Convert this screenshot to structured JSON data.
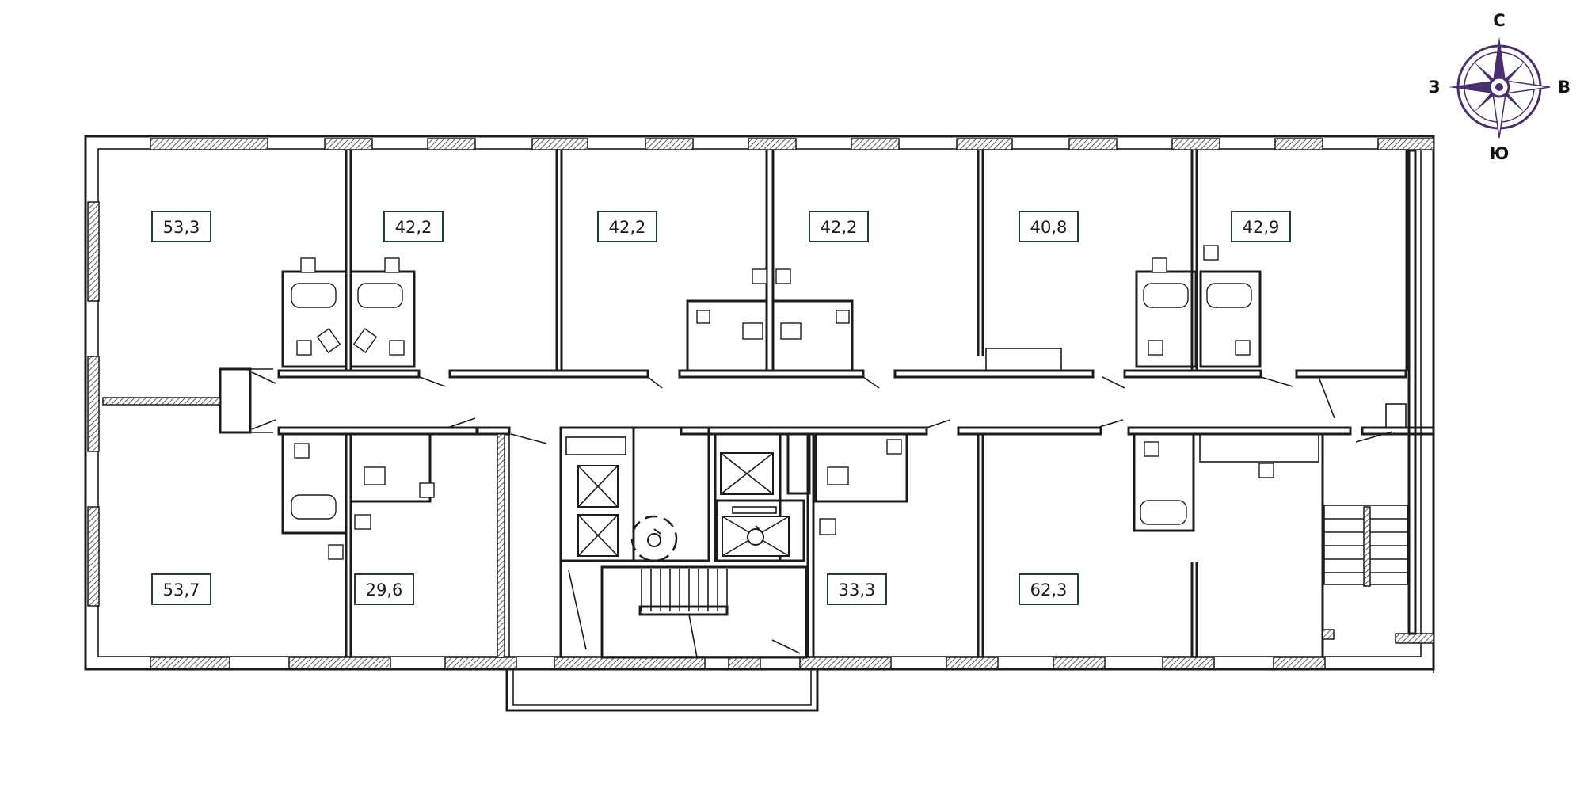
{
  "compass": {
    "north": "С",
    "south": "Ю",
    "east": "В",
    "west": "З",
    "color": "#4a2f6e"
  },
  "apartments": [
    {
      "area": "53,3"
    },
    {
      "area": "42,2"
    },
    {
      "area": "42,2"
    },
    {
      "area": "42,2"
    },
    {
      "area": "40,8"
    },
    {
      "area": "42,9"
    },
    {
      "area": "53,7"
    },
    {
      "area": "29,6"
    },
    {
      "area": "33,3"
    },
    {
      "area": "62,3"
    }
  ],
  "icons": {
    "accessibility": "wheelchair-icon",
    "compass": "compass-rose-icon"
  }
}
